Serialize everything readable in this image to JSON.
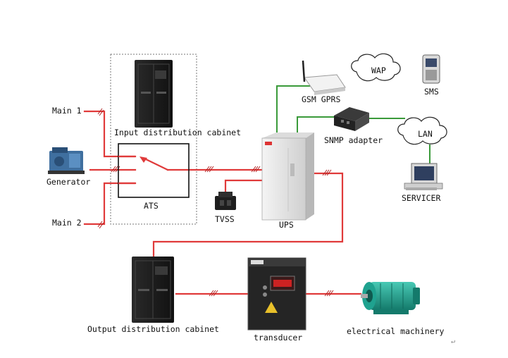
{
  "labels": {
    "main1": "Main 1",
    "main2": "Main 2",
    "generator": "Generator",
    "input_cabinet": "Input distribution cabinet",
    "ats": "ATS",
    "tvss": "TVSS",
    "ups": "UPS",
    "gsm": "GSM GPRS",
    "wap": "WAP",
    "sms": "SMS",
    "snmp": "SNMP adapter",
    "lan": "LAN",
    "servicer": "SERVICER",
    "output_cabinet": "Output distribution cabinet",
    "transducer": "transducer",
    "machinery": "electrical machinery",
    "return_mark": "↵"
  },
  "colors": {
    "power_line": "#e03a3a",
    "network_line": "#3a9a3a",
    "cabinet": "#1c1c1c",
    "ups_body": "#e8e8e8",
    "motor": "#1fa28f"
  },
  "icons": {
    "ups_logo": "red-logo-strip",
    "transducer_brand": "INVT"
  }
}
